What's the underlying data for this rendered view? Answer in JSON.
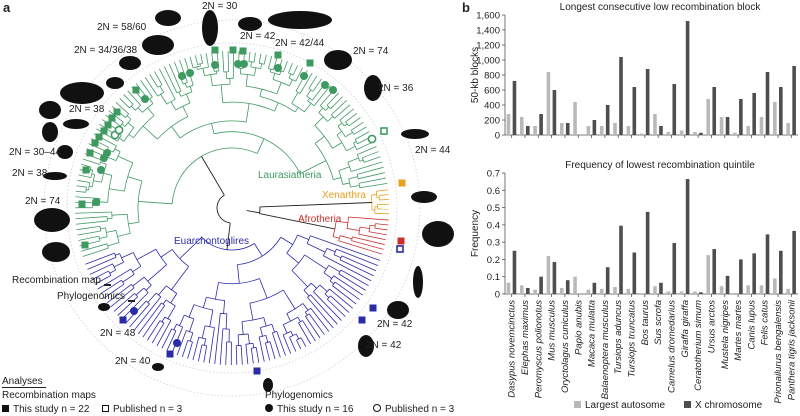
{
  "panel_a": {
    "letter": "a",
    "clades": [
      {
        "name": "Laurasiatheria",
        "color": "#3f9a62"
      },
      {
        "name": "Xenarthra",
        "color": "#e8a01e"
      },
      {
        "name": "Afrotheria",
        "color": "#c8302c"
      },
      {
        "name": "Euarchontoglires",
        "color": "#2b2ba8"
      }
    ],
    "karyotypes": [
      "2N = 30",
      "2N = 58/60",
      "2N = 34/36/38",
      "2N = 42",
      "2N = 42/44",
      "2N = 74",
      "2N = 36",
      "2N = 44",
      "2N = 38",
      "2N = 30–44",
      "2N = 38",
      "2N = 74",
      "2N = 42",
      "2N = 42",
      "2N = 48",
      "2N = 40"
    ],
    "ring_labels": {
      "recombination_map": "Recombination map",
      "phylogenomics": "Phylogenomics"
    },
    "legend": {
      "title": "Analyses",
      "recombination_maps": "Recombination maps",
      "rec_this_study": "This study n = 22",
      "rec_published": "Published n = 3",
      "phylogenomics": "Phylogenomics",
      "phy_this_study": "This study n = 16",
      "phy_published": "Published n = 3"
    }
  },
  "panel_b": {
    "letter": "b"
  },
  "chart_data": [
    {
      "type": "bar",
      "title": "Longest consecutive low recombination block",
      "ylabel": "50-kb blocks",
      "xlabel": "",
      "ylim": [
        0,
        1600
      ],
      "yticks": [
        "0",
        "200",
        "400",
        "600",
        "800",
        "1,000",
        "1,200",
        "1,400",
        "1,600"
      ],
      "categories": [
        "Dasypus novemcinctus",
        "Elephas maximus",
        "Peromyscus polionotus",
        "Mus musculus",
        "Oryctolagus cuniculus",
        "Papio anubis",
        "Macaca mulatta",
        "Balaenoptera musculus",
        "Tursiops aduncus",
        "Tursiops truncatus",
        "Bos taurus",
        "Sus scrofa",
        "Camelus dromedarius",
        "Giraffa giraffa",
        "Ceratotherium simum",
        "Ursus arctos",
        "Mustela nigripes",
        "Martes martes",
        "Canis lupus",
        "Felis catus",
        "Prionailurus bengalensis",
        "Panthera tigris jacksonii"
      ],
      "series": [
        {
          "name": "Largest autosome",
          "color": "#b9b9b9",
          "values": [
            280,
            240,
            120,
            840,
            160,
            440,
            120,
            120,
            160,
            120,
            20,
            280,
            40,
            60,
            40,
            480,
            240,
            30,
            120,
            240,
            440,
            160
          ]
        },
        {
          "name": "X chromosome",
          "color": "#4e4e4e",
          "values": [
            720,
            120,
            280,
            600,
            160,
            0,
            200,
            400,
            1040,
            640,
            880,
            120,
            680,
            1520,
            30,
            640,
            240,
            480,
            560,
            840,
            640,
            920
          ]
        }
      ]
    },
    {
      "type": "bar",
      "title": "Frequency of lowest recombination quintile",
      "ylabel": "Frequency",
      "xlabel": "",
      "ylim": [
        0,
        0.7
      ],
      "yticks": [
        "0",
        "0.1",
        "0.2",
        "0.3",
        "0.4",
        "0.5",
        "0.6",
        "0.7"
      ],
      "categories": [
        "Dasypus novemcinctus",
        "Elephas maximus",
        "Peromyscus polionotus",
        "Mus musculus",
        "Oryctolagus cuniculus",
        "Papio anubis",
        "Macaca mulatta",
        "Balaenoptera musculus",
        "Tursiops aduncus",
        "Tursiops truncatus",
        "Bos taurus",
        "Sus scrofa",
        "Camelus dromedarius",
        "Giraffa giraffa",
        "Ceratotherium simum",
        "Ursus arctos",
        "Mustela nigripes",
        "Martes martes",
        "Canis lupus",
        "Felis catus",
        "Prionailurus bengalensis",
        "Panthera tigris jacksonii"
      ],
      "series": [
        {
          "name": "Largest autosome",
          "color": "#b9b9b9",
          "values": [
            0.065,
            0.05,
            0.025,
            0.22,
            0.035,
            0.1,
            0.025,
            0.03,
            0.04,
            0.03,
            0.005,
            0.045,
            0.015,
            0.015,
            0.015,
            0.225,
            0.045,
            0.005,
            0.05,
            0.05,
            0.09,
            0.03
          ]
        },
        {
          "name": "X chromosome",
          "color": "#4e4e4e",
          "values": [
            0.25,
            0.035,
            0.1,
            0.185,
            0.08,
            0,
            0.065,
            0.155,
            0.395,
            0.24,
            0.475,
            0.065,
            0.295,
            0.665,
            0.01,
            0.26,
            0.105,
            0.2,
            0.235,
            0.345,
            0.25,
            0.365
          ]
        }
      ],
      "legend": [
        "Largest autosome",
        "X chromosome"
      ],
      "legend_position": "bottom"
    }
  ]
}
